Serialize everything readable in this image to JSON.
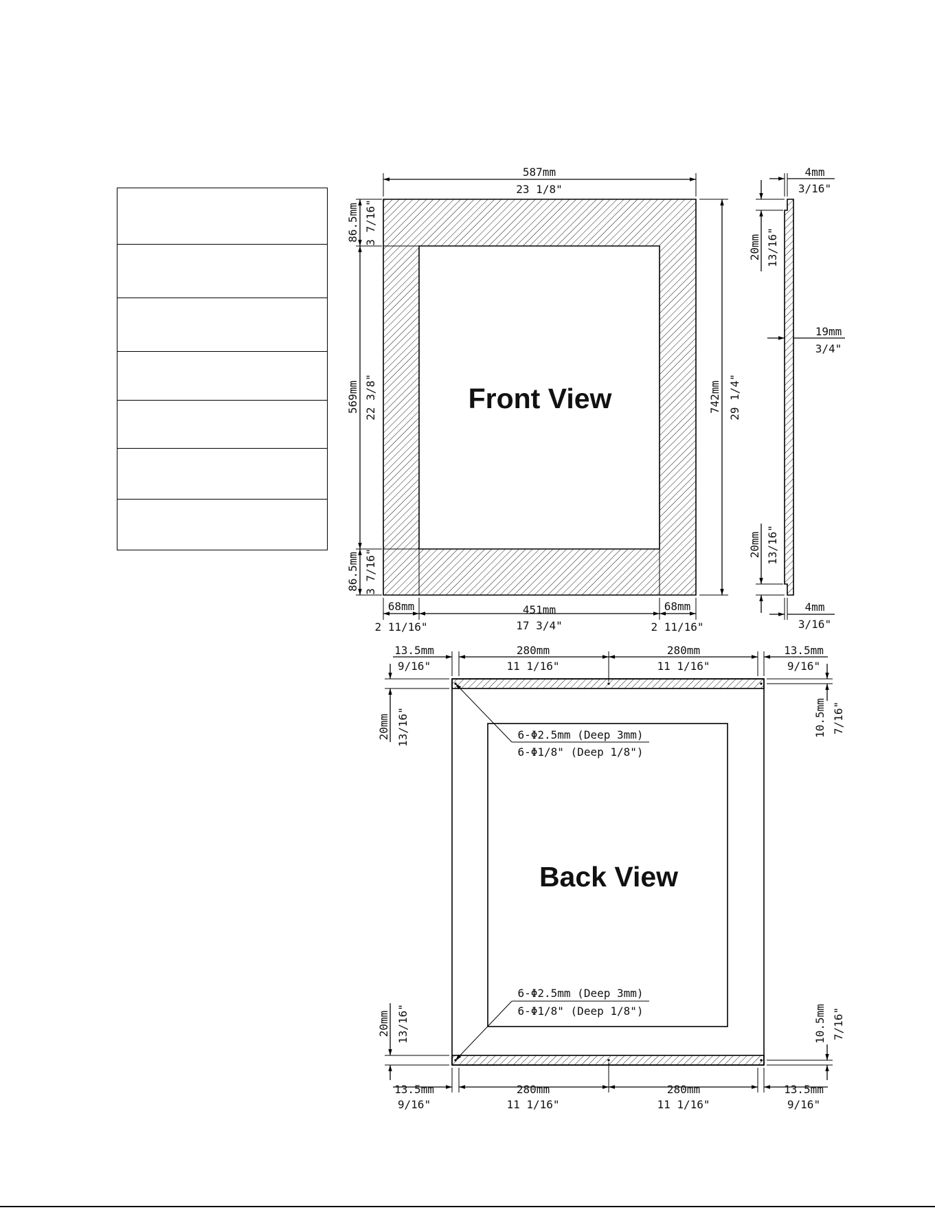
{
  "front_view": {
    "title": "Front View",
    "overall_width": {
      "mm": "587mm",
      "in": "23 1/8\""
    },
    "overall_height": {
      "mm": "742mm",
      "in": "29 1/4\""
    },
    "top_border": {
      "mm": "86.5mm",
      "in": "3 7/16\""
    },
    "bottom_border": {
      "mm": "86.5mm",
      "in": "3 7/16\""
    },
    "opening_height": {
      "mm": "569mm",
      "in": "22 3/8\""
    },
    "left_border": {
      "mm": "68mm",
      "in": "2 11/16\""
    },
    "right_border": {
      "mm": "68mm",
      "in": "2 11/16\""
    },
    "opening_width": {
      "mm": "451mm",
      "in": "17 3/4\""
    }
  },
  "side_view": {
    "lip_top": {
      "mm": "4mm",
      "in": "3/16\""
    },
    "lip_bottom": {
      "mm": "4mm",
      "in": "3/16\""
    },
    "step_top": {
      "mm": "20mm",
      "in": "13/16\""
    },
    "step_bottom": {
      "mm": "20mm",
      "in": "13/16\""
    },
    "thickness": {
      "mm": "19mm",
      "in": "3/4\""
    }
  },
  "back_view": {
    "title": "Back View",
    "top_left_edge": {
      "mm": "13.5mm",
      "in": "9/16\""
    },
    "top_span_1": {
      "mm": "280mm",
      "in": "11 1/16\""
    },
    "top_span_2": {
      "mm": "280mm",
      "in": "11 1/16\""
    },
    "top_right_edge": {
      "mm": "13.5mm",
      "in": "9/16\""
    },
    "bottom_left_edge": {
      "mm": "13.5mm",
      "in": "9/16\""
    },
    "bottom_span_1": {
      "mm": "280mm",
      "in": "11 1/16\""
    },
    "bottom_span_2": {
      "mm": "280mm",
      "in": "11 1/16\""
    },
    "bottom_right_edge": {
      "mm": "13.5mm",
      "in": "9/16\""
    },
    "left_top_offset": {
      "mm": "20mm",
      "in": "13/16\""
    },
    "left_bottom_offset": {
      "mm": "20mm",
      "in": "13/16\""
    },
    "right_top_offset": {
      "mm": "10.5mm",
      "in": "7/16\""
    },
    "right_bottom_offset": {
      "mm": "10.5mm",
      "in": "7/16\""
    },
    "hole_note_top": {
      "mm": "6-Φ2.5mm (Deep 3mm)",
      "in": "6-Φ1/8\" (Deep 1/8\")"
    },
    "hole_note_bottom": {
      "mm": "6-Φ2.5mm (Deep 3mm)",
      "in": "6-Φ1/8\" (Deep 1/8\")"
    }
  },
  "spec_table": {
    "rows": [
      "",
      "",
      "",
      "",
      "",
      "",
      ""
    ]
  }
}
